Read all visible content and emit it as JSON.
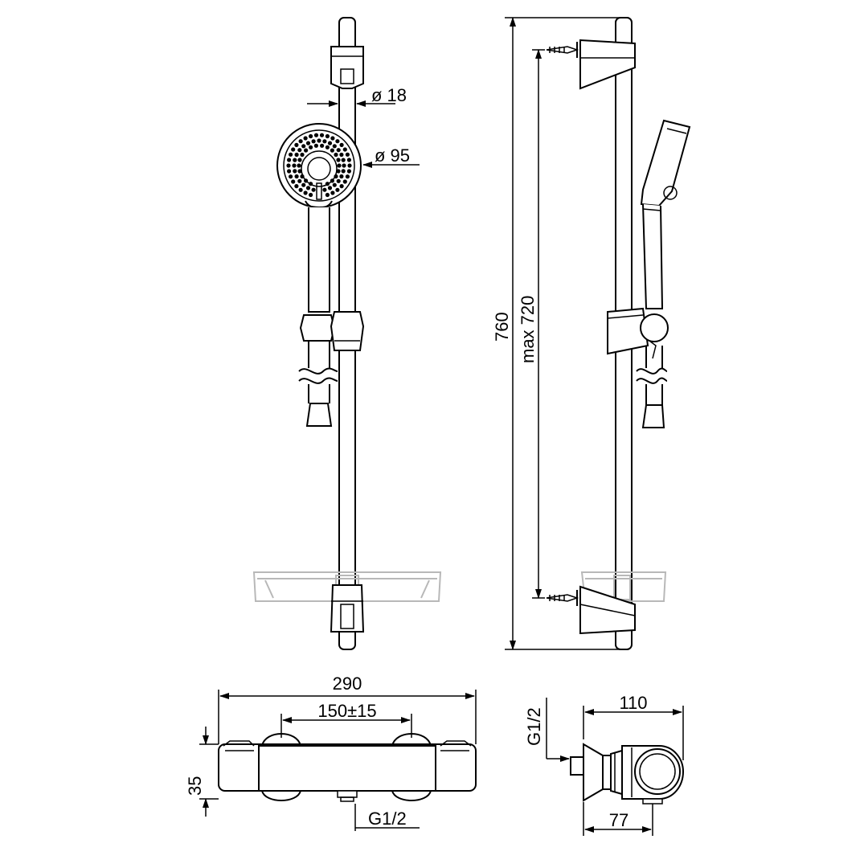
{
  "labels": {
    "diameter_rail": "ø 18",
    "diameter_head": "ø 95",
    "height_total": "760",
    "height_max": "max 720",
    "width_mixer": "290",
    "centers_mixer": "150±15",
    "height_mixer": "35",
    "outlet_mixer": "G1/2",
    "depth_side": "110",
    "inlet_side": "G1/2",
    "depth_outlet": "77"
  },
  "colors": {
    "line": "#000000",
    "ghost": "#b8b8b8",
    "background": "#ffffff"
  }
}
